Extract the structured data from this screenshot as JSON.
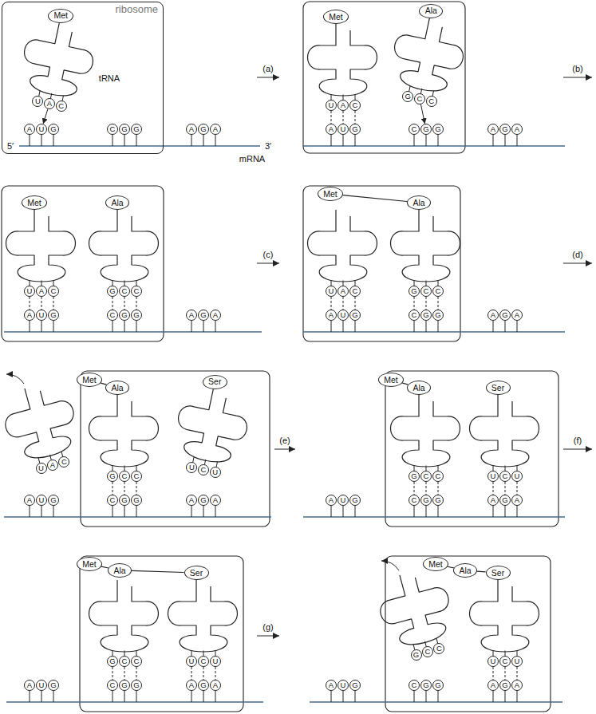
{
  "diagram": {
    "nodes": [
      {
        "text": [
          "ribosome"
        ]
      },
      {
        "text": [
          "Met"
        ],
        "in": 0
      },
      {
        "text": [
          "U"
        ],
        "in": 0
      },
      {
        "text": [
          "A"
        ],
        "in": 0
      },
      {
        "text": [
          "C"
        ],
        "in": 0
      },
      {
        "text": [
          "A"
        ],
        "in": 0
      },
      {
        "text": [
          "U"
        ],
        "in": 0
      },
      {
        "text": [
          "G"
        ],
        "in": 0
      },
      {
        "text": [
          "C"
        ],
        "in": 0
      },
      {
        "text": [
          "G"
        ],
        "in": 0
      },
      {
        "text": [
          "G"
        ],
        "in": 0
      },
      {
        "text": [
          "A"
        ]
      },
      {
        "text": [
          "G"
        ]
      },
      {
        "text": [
          "A"
        ]
      },
      {
        "text": [
          "Met"
        ]
      },
      {
        "text": [
          "Ala"
        ]
      },
      {
        "text": [
          "U"
        ]
      },
      {
        "text": [
          "A"
        ]
      },
      {
        "text": [
          "C"
        ]
      },
      {
        "text": [
          "G"
        ]
      },
      {
        "text": [
          "C"
        ]
      },
      {
        "text": [
          "C"
        ]
      },
      {
        "text": [
          "A"
        ]
      },
      {
        "text": [
          "U"
        ]
      },
      {
        "text": [
          "G"
        ]
      },
      {
        "text": [
          "C"
        ]
      },
      {
        "text": [
          "G"
        ]
      },
      {
        "text": [
          "G"
        ]
      },
      {
        "text": [
          "A"
        ]
      },
      {
        "text": [
          "G"
        ]
      },
      {
        "text": [
          "A"
        ]
      },
      {
        "text": [
          "Met"
        ]
      },
      {
        "text": [
          "Ala"
        ]
      },
      {
        "text": [
          "U"
        ]
      },
      {
        "text": [
          "A"
        ]
      },
      {
        "text": [
          "C"
        ]
      },
      {
        "text": [
          "G"
        ]
      },
      {
        "text": [
          "C"
        ]
      },
      {
        "text": [
          "C"
        ]
      },
      {
        "text": [
          "A"
        ]
      },
      {
        "text": [
          "U"
        ]
      },
      {
        "text": [
          "G"
        ]
      },
      {
        "text": [
          "C"
        ]
      },
      {
        "text": [
          "G"
        ]
      },
      {
        "text": [
          "G"
        ]
      },
      {
        "text": [
          "A"
        ]
      },
      {
        "text": [
          "G"
        ]
      },
      {
        "text": [
          "A"
        ]
      },
      {
        "text": [
          "Met"
        ]
      },
      {
        "text": [
          "Ala"
        ]
      },
      {
        "text": [
          "U"
        ]
      },
      {
        "text": [
          "A"
        ]
      },
      {
        "text": [
          "C"
        ]
      },
      {
        "text": [
          "G"
        ]
      },
      {
        "text": [
          "C"
        ]
      },
      {
        "text": [
          "C"
        ]
      },
      {
        "text": [
          "A"
        ]
      },
      {
        "text": [
          "U"
        ]
      },
      {
        "text": [
          "G"
        ]
      },
      {
        "text": [
          "C"
        ]
      },
      {
        "text": [
          "G"
        ]
      },
      {
        "text": [
          "G"
        ]
      },
      {
        "text": [
          "A"
        ]
      },
      {
        "text": [
          "G"
        ]
      },
      {
        "text": [
          "A"
        ]
      },
      {
        "text": [
          "Met"
        ]
      },
      {
        "text": [
          "Ala"
        ]
      },
      {
        "text": [
          "Ser"
        ]
      },
      {
        "text": [
          "U"
        ]
      },
      {
        "text": [
          "A"
        ]
      },
      {
        "text": [
          "C"
        ]
      },
      {
        "text": [
          "G"
        ]
      },
      {
        "text": [
          "C"
        ]
      },
      {
        "text": [
          "C"
        ]
      },
      {
        "text": [
          "U"
        ]
      },
      {
        "text": [
          "C"
        ]
      },
      {
        "text": [
          "U"
        ]
      },
      {
        "text": [
          "A"
        ]
      },
      {
        "text": [
          "U"
        ]
      },
      {
        "text": [
          "G"
        ]
      },
      {
        "text": [
          "C"
        ]
      },
      {
        "text": [
          "G"
        ]
      },
      {
        "text": [
          "G"
        ]
      },
      {
        "text": [
          "A"
        ]
      },
      {
        "text": [
          "G"
        ]
      },
      {
        "text": [
          "A"
        ]
      },
      {
        "text": [
          "Met"
        ]
      },
      {
        "text": [
          "Ala"
        ]
      },
      {
        "text": [
          "Ser"
        ]
      },
      {
        "text": [
          "G"
        ]
      },
      {
        "text": [
          "C"
        ]
      },
      {
        "text": [
          "C"
        ]
      },
      {
        "text": [
          "U"
        ]
      },
      {
        "text": [
          "C"
        ]
      },
      {
        "text": [
          "U"
        ]
      },
      {
        "text": [
          "A"
        ]
      },
      {
        "text": [
          "U"
        ]
      },
      {
        "text": [
          "G"
        ]
      },
      {
        "text": [
          "C"
        ]
      },
      {
        "text": [
          "G"
        ]
      },
      {
        "text": [
          "G"
        ]
      },
      {
        "text": [
          "A"
        ]
      },
      {
        "text": [
          "G"
        ]
      },
      {
        "text": [
          "A"
        ]
      },
      {
        "text": [
          "Met"
        ]
      },
      {
        "text": [
          "Ala"
        ]
      },
      {
        "text": [
          "Ser"
        ]
      },
      {
        "text": [
          "G"
        ]
      },
      {
        "text": [
          "C"
        ]
      },
      {
        "text": [
          "C"
        ]
      },
      {
        "text": [
          "U"
        ]
      },
      {
        "text": [
          "C"
        ]
      },
      {
        "text": [
          "U"
        ]
      },
      {
        "text": [
          "A"
        ]
      },
      {
        "text": [
          "U"
        ]
      },
      {
        "text": [
          "G"
        ]
      },
      {
        "text": [
          "C"
        ]
      },
      {
        "text": [
          "G"
        ]
      },
      {
        "text": [
          "G"
        ]
      },
      {
        "text": [
          "A"
        ]
      },
      {
        "text": [
          "G"
        ]
      },
      {
        "text": [
          "A"
        ]
      },
      {
        "text": [
          "Met"
        ]
      },
      {
        "text": [
          "Ala"
        ]
      },
      {
        "text": [
          "Ser"
        ]
      },
      {
        "text": [
          "G"
        ]
      },
      {
        "text": [
          "C"
        ]
      },
      {
        "text": [
          "C"
        ]
      },
      {
        "text": [
          "U"
        ]
      },
      {
        "text": [
          "C"
        ]
      },
      {
        "text": [
          "U"
        ]
      },
      {
        "text": [
          "A"
        ]
      },
      {
        "text": [
          "U"
        ]
      },
      {
        "text": [
          "G"
        ]
      },
      {
        "text": [
          "C"
        ]
      },
      {
        "text": [
          "G"
        ]
      },
      {
        "text": [
          "G"
        ]
      },
      {
        "text": [
          "A"
        ]
      },
      {
        "text": [
          "G"
        ]
      },
      {
        "text": [
          "A"
        ]
      }
    ],
    "edges": [
      {
        "from": 3,
        "to": 6,
        "arrow": "to"
      },
      {
        "from": 16,
        "to": 22,
        "arrow": "none"
      },
      {
        "from": 17,
        "to": 23,
        "arrow": "none"
      },
      {
        "from": 18,
        "to": 24,
        "arrow": "none"
      },
      {
        "from": 20,
        "to": 26,
        "arrow": "to"
      },
      {
        "from": 33,
        "to": 39,
        "arrow": "none"
      },
      {
        "from": 34,
        "to": 40,
        "arrow": "none"
      },
      {
        "from": 35,
        "to": 41,
        "arrow": "none"
      },
      {
        "from": 36,
        "to": 42,
        "arrow": "none"
      },
      {
        "from": 37,
        "to": 43,
        "arrow": "none"
      },
      {
        "from": 38,
        "to": 44,
        "arrow": "none"
      },
      {
        "from": 48,
        "to": 49,
        "arrow": "none"
      },
      {
        "from": 50,
        "to": 56,
        "arrow": "none"
      },
      {
        "from": 51,
        "to": 57,
        "arrow": "none"
      },
      {
        "from": 52,
        "to": 58,
        "arrow": "none"
      },
      {
        "from": 53,
        "to": 59,
        "arrow": "none"
      },
      {
        "from": 54,
        "to": 60,
        "arrow": "none"
      },
      {
        "from": 55,
        "to": 61,
        "arrow": "none"
      },
      {
        "from": 65,
        "to": 66,
        "arrow": "none"
      },
      {
        "from": 71,
        "to": 80,
        "arrow": "none"
      },
      {
        "from": 72,
        "to": 81,
        "arrow": "none"
      },
      {
        "from": 73,
        "to": 82,
        "arrow": "none"
      },
      {
        "from": 86,
        "to": 87,
        "arrow": "none"
      },
      {
        "from": 89,
        "to": 98,
        "arrow": "none"
      },
      {
        "from": 90,
        "to": 99,
        "arrow": "none"
      },
      {
        "from": 91,
        "to": 100,
        "arrow": "none"
      },
      {
        "from": 92,
        "to": 101,
        "arrow": "none"
      },
      {
        "from": 93,
        "to": 102,
        "arrow": "none"
      },
      {
        "from": 94,
        "to": 103,
        "arrow": "none"
      },
      {
        "from": 104,
        "to": 105,
        "arrow": "none"
      },
      {
        "from": 105,
        "to": 106,
        "arrow": "none"
      },
      {
        "from": 107,
        "to": 116,
        "arrow": "none"
      },
      {
        "from": 108,
        "to": 117,
        "arrow": "none"
      },
      {
        "from": 109,
        "to": 118,
        "arrow": "none"
      },
      {
        "from": 110,
        "to": 119,
        "arrow": "none"
      },
      {
        "from": 111,
        "to": 120,
        "arrow": "none"
      },
      {
        "from": 112,
        "to": 121,
        "arrow": "none"
      },
      {
        "from": 122,
        "to": 123,
        "arrow": "none"
      },
      {
        "from": 123,
        "to": 124,
        "arrow": "none"
      },
      {
        "from": 128,
        "to": 137,
        "arrow": "none"
      },
      {
        "from": 129,
        "to": 138,
        "arrow": "none"
      },
      {
        "from": 130,
        "to": 139,
        "arrow": "none"
      }
    ],
    "labels": [
      "tRNA",
      "5′",
      "3′",
      "mRNA",
      "(a)",
      "(b)",
      "(c)",
      "(d)",
      "(e)",
      "(f)",
      "(g)"
    ]
  }
}
